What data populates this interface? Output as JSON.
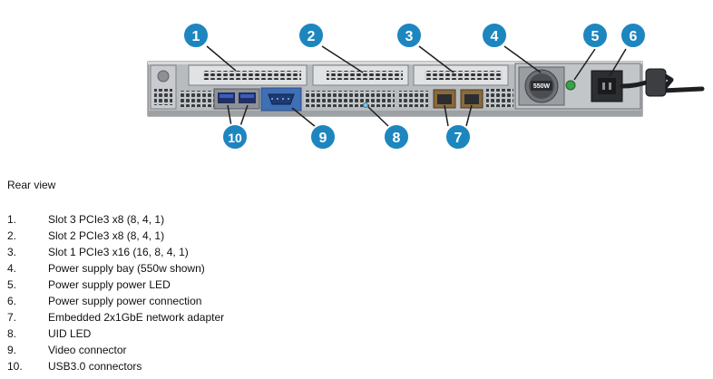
{
  "figure": {
    "psu_label": "550W",
    "callouts": [
      "1",
      "2",
      "3",
      "4",
      "5",
      "6",
      "7",
      "8",
      "9",
      "10"
    ],
    "colors": {
      "callout_fill": "#1d86bf",
      "chassis": "#b9bcbf",
      "chassis_dark": "#6e7276",
      "video_highlight": "#3f6fb5",
      "led_green": "#3aa04a"
    }
  },
  "caption": "Rear view",
  "legend": [
    {
      "num": "1.",
      "text": "Slot 3 PCIe3 x8 (8, 4, 1)"
    },
    {
      "num": "2.",
      "text": "Slot 2 PCIe3 x8 (8, 4, 1)"
    },
    {
      "num": "3.",
      "text": "Slot 1 PCIe3 x16 (16, 8, 4, 1)"
    },
    {
      "num": "4.",
      "text": "Power supply bay (550w shown)"
    },
    {
      "num": "5.",
      "text": "Power supply power LED"
    },
    {
      "num": "6.",
      "text": "Power supply power connection"
    },
    {
      "num": "7.",
      "text": "Embedded 2x1GbE network adapter"
    },
    {
      "num": "8.",
      "text": "UID LED"
    },
    {
      "num": "9.",
      "text": "Video connector"
    },
    {
      "num": "10.",
      "text": "USB3.0 connectors"
    }
  ]
}
